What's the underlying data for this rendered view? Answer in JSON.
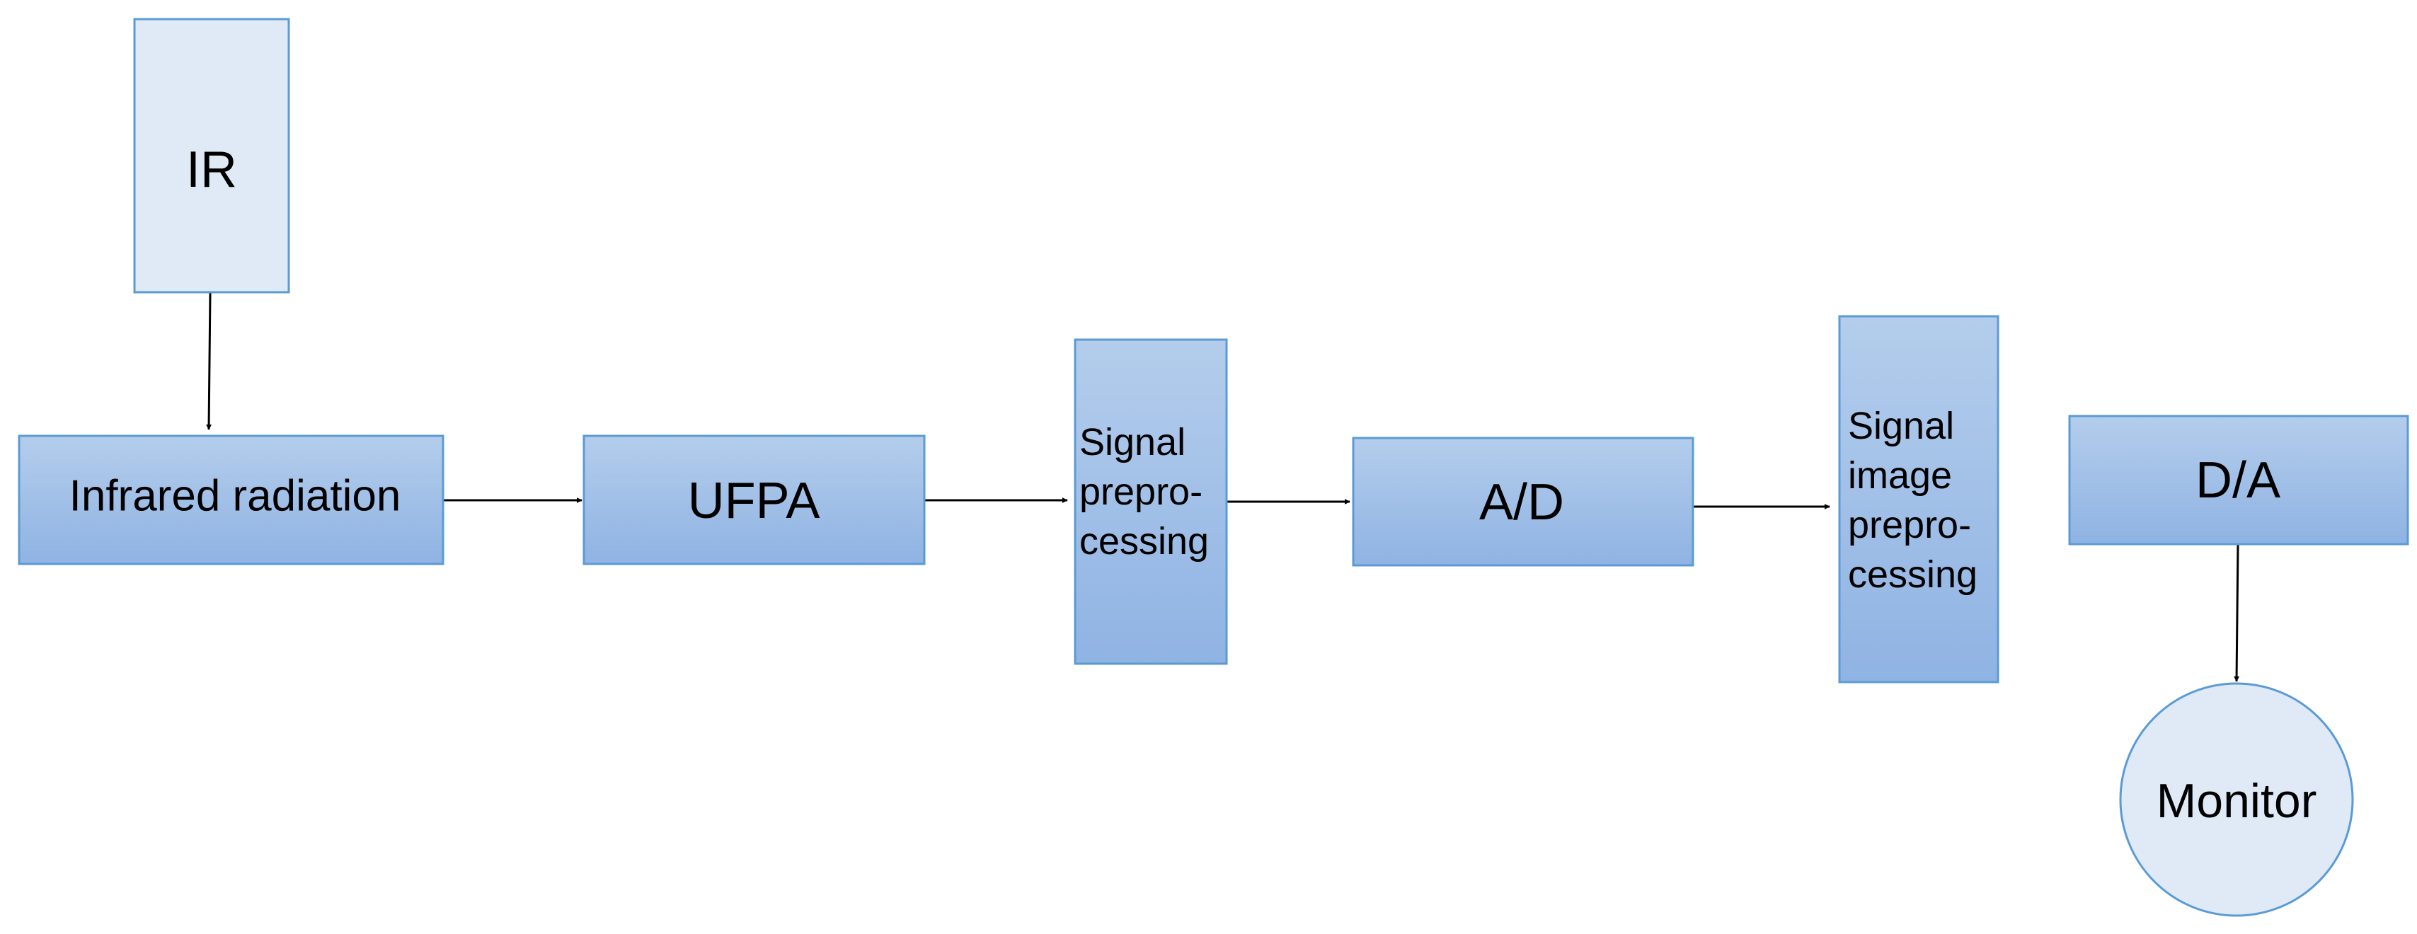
{
  "diagram": {
    "colors": {
      "light_fill": "#dfeaf6",
      "grad_top": "#b4cdec",
      "grad_bottom": "#8fb3e3",
      "border": "#5b9bd5",
      "edge": "#000000"
    },
    "nodes": {
      "ir": {
        "lines": [
          "IR"
        ]
      },
      "infrared_radiation": {
        "lines": [
          "Infrared radiation"
        ]
      },
      "ufpa": {
        "lines": [
          "UFPA"
        ]
      },
      "signal_preprocessing": {
        "lines": [
          "Signal",
          "prepro-",
          "cessing"
        ]
      },
      "ad": {
        "lines": [
          "A/D"
        ]
      },
      "signal_image_preprocessing": {
        "lines": [
          "Signal",
          "image",
          "prepro-",
          "cessing"
        ]
      },
      "da": {
        "lines": [
          "D/A"
        ]
      },
      "monitor": {
        "lines": [
          "Monitor"
        ]
      }
    },
    "edges": [
      {
        "from": "ir",
        "to": "infrared_radiation"
      },
      {
        "from": "infrared_radiation",
        "to": "ufpa"
      },
      {
        "from": "ufpa",
        "to": "signal_preprocessing"
      },
      {
        "from": "signal_preprocessing",
        "to": "ad"
      },
      {
        "from": "ad",
        "to": "signal_image_preprocessing"
      },
      {
        "from": "da",
        "to": "monitor"
      }
    ]
  }
}
